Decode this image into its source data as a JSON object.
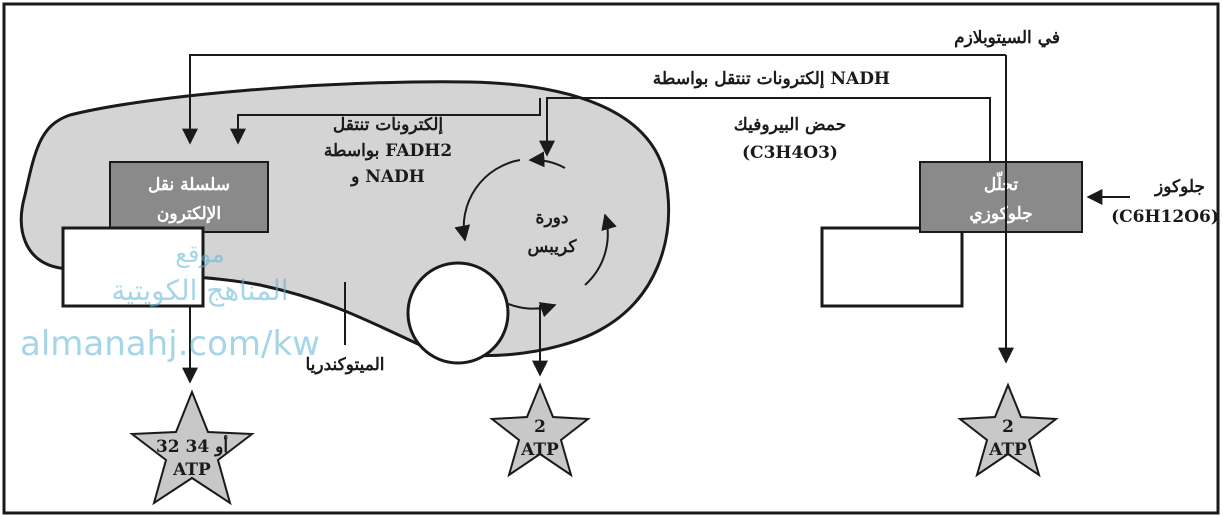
{
  "labels": {
    "cytoplasm": "في السيتوبلازم",
    "nadh_transfer": "إلكترونات تنتقل بواسطة NADH",
    "pyruvic_acid": "حمض البيروفيك",
    "pyruvic_formula": "(C3H4O3)",
    "fadh_line1": "إلكترونات تنتقل",
    "fadh_line2": "بواسطة FADH2",
    "fadh_line3": "و NADH",
    "glucose": "جلوكوز",
    "glucose_formula": "(C6H12O6)",
    "mitochondria": "الميتوكندريا",
    "krebs_line1": "دورة",
    "krebs_line2": "كريبس"
  },
  "boxes": {
    "etc_line1": "سلسلة نقل",
    "etc_line2": "الإلكترون",
    "glycolysis_line1": "تحلّل",
    "glycolysis_line2": "جلوكوزي"
  },
  "stars": {
    "etc_line1": "32 أو 34",
    "etc_line2": "ATP",
    "krebs_line1": "2",
    "krebs_line2": "ATP",
    "glycolysis_line1": "2",
    "glycolysis_line2": "ATP"
  },
  "watermark": {
    "line1": "موقع",
    "line2": "المناهج الكويتية",
    "url": "almanahj.com/kw"
  },
  "colors": {
    "mitochondria_fill": "#d4d4d4",
    "box_fill": "#8a8a8a",
    "star_fill": "#c8c8c8"
  }
}
